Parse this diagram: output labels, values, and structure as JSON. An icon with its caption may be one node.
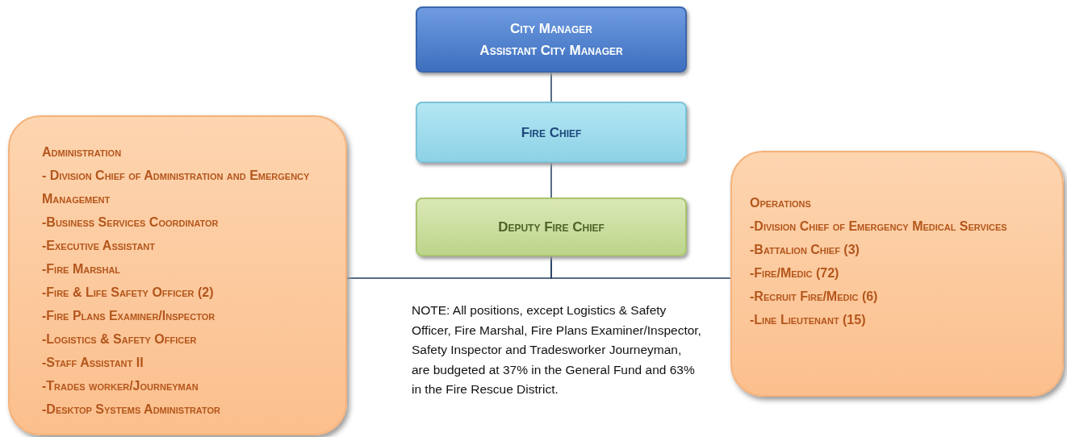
{
  "diagram": {
    "nodes": [
      {
        "text": [
          "City Manager",
          "Assistant City Manager"
        ]
      },
      {
        "text": [
          "Fire Chief"
        ]
      },
      {
        "text": [
          "Deputy Fire Chief"
        ]
      },
      {
        "text": [
          "Administration",
          "- Division Chief of Administration and Emergency Management",
          "-Business Services Coordinator",
          "-Executive Assistant",
          "-Fire Marshal",
          "-Fire & Life Safety Officer (2)",
          "-Fire Plans Examiner/Inspector",
          "-Logistics & Safety Officer",
          "-Staff Assistant II",
          "-Trades worker/Journeyman",
          "-Desktop Systems Administrator"
        ]
      },
      {
        "text": [
          "Operations",
          "-Division Chief of Emergency Medical Services",
          "-Battalion Chief (3)",
          "-Fire/Medic (72)",
          "-Recruit Fire/Medic (6)",
          "-Line Lieutenant (15)"
        ]
      }
    ],
    "edges": [
      {
        "from": 0,
        "to": 1,
        "arrow": "none"
      },
      {
        "from": 1,
        "to": 2,
        "arrow": "none"
      },
      {
        "from": 2,
        "to": 3,
        "arrow": "none"
      },
      {
        "from": 2,
        "to": 4,
        "arrow": "none"
      }
    ],
    "labels": [
      "NOTE:  All positions, except Logistics & Safety Officer, Fire Marshal, Fire Plans Examiner/Inspector, Safety Inspector and Tradesworker Journeyman, are budgeted at 37% in the General Fund and 63% in the Fire Rescue District."
    ]
  }
}
